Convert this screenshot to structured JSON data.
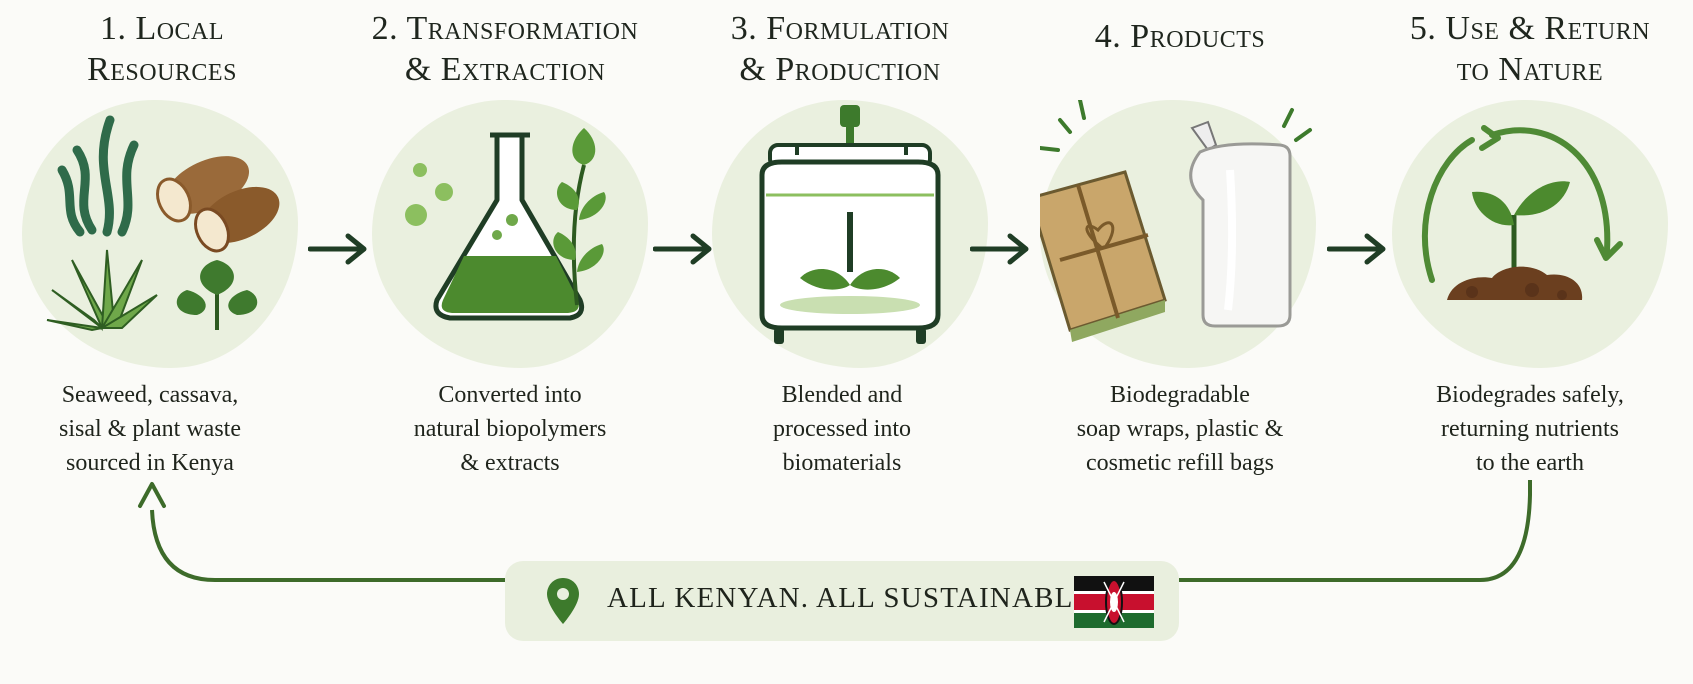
{
  "steps": [
    {
      "number": "1.",
      "title_lines": [
        "Local",
        "Resources"
      ],
      "desc_lines": [
        "Seaweed, cassava,",
        "sisal & plant waste",
        "sourced in Kenya"
      ]
    },
    {
      "number": "2.",
      "title_lines": [
        "Transformation",
        "& Extraction"
      ],
      "desc_lines": [
        "Converted into",
        "natural biopolymers",
        "& extracts"
      ]
    },
    {
      "number": "3.",
      "title_lines": [
        "Formulation",
        "& Production"
      ],
      "desc_lines": [
        "Blended and",
        "processed into",
        "biomaterials"
      ]
    },
    {
      "number": "4.",
      "title_lines": [
        "Products"
      ],
      "desc_lines": [
        "Biodegradable",
        "soap wraps, plastic &",
        "cosmetic refill bags"
      ]
    },
    {
      "number": "5.",
      "title_lines": [
        "Use & Return",
        "to Nature"
      ],
      "desc_lines": [
        "Biodegrades safely,",
        "returning nutrients",
        "to the earth"
      ]
    }
  ],
  "banner": {
    "text": "ALL KENYAN. ALL SUSTAINABLE.",
    "icon": "location-pin-icon",
    "flag": "kenya-flag-icon"
  },
  "colors": {
    "dark_green": "#1f3d25",
    "green": "#3d7a2c",
    "light_green": "#eaf0df",
    "leaf": "#4f8a35"
  }
}
